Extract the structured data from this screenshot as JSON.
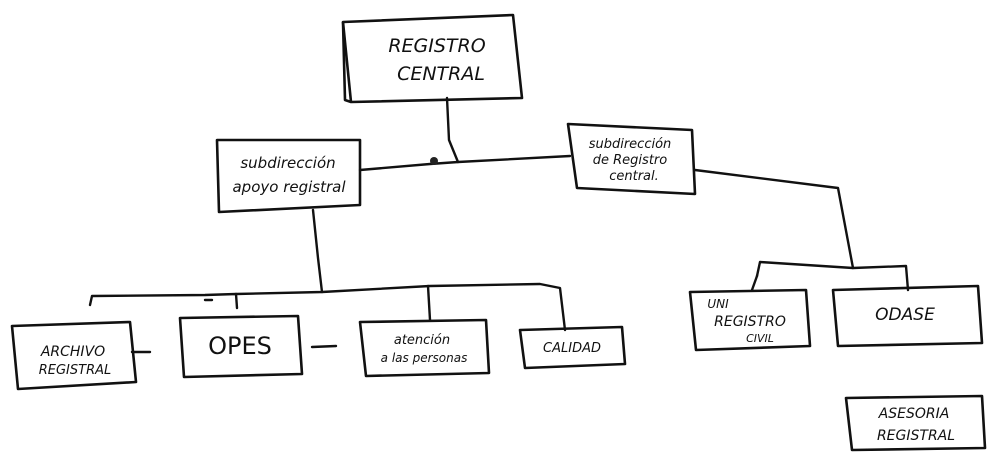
{
  "diagram": {
    "nodes": {
      "registro_central": [
        "REGISTRO",
        "CENTRAL"
      ],
      "subdireccion_apoyo": [
        "subdirección",
        "apoyo registral"
      ],
      "subdireccion_registro": [
        "subdirección",
        "de Registro",
        "central."
      ],
      "archivo_registral": [
        "ARCHIVO",
        "REGISTRAL"
      ],
      "opes": [
        "OPES"
      ],
      "atencion_personas": [
        "atención",
        "a las personas"
      ],
      "calidad": [
        "CALIDAD"
      ],
      "uni_registro_civil": [
        "UNI",
        "REGISTRO",
        "CIVIL"
      ],
      "odase": [
        "ODASE"
      ],
      "asesoria_registral": [
        "ASESORIA",
        "REGISTRAL"
      ]
    }
  }
}
